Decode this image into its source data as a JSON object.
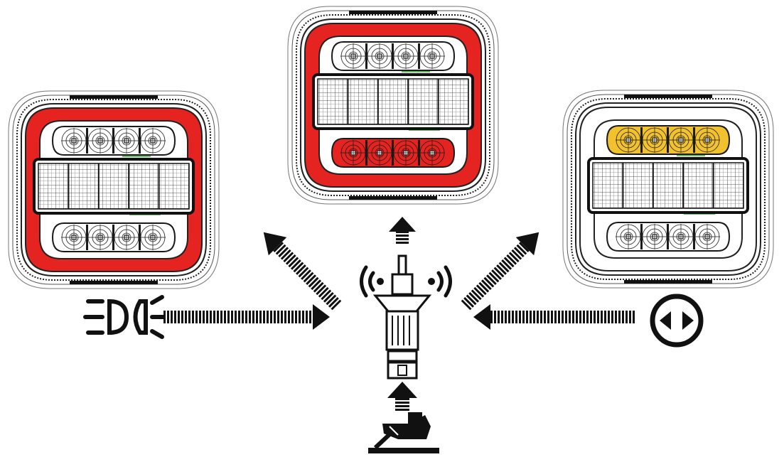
{
  "lamps": [
    {
      "id": "left",
      "state": "position-light",
      "ring": "on",
      "top_row": "clear",
      "bottom_row": "clear"
    },
    {
      "id": "center",
      "state": "brake-light",
      "ring": "on",
      "top_row": "clear",
      "bottom_row": "red"
    },
    {
      "id": "right",
      "state": "turn-signal",
      "ring": "off",
      "top_row": "amber",
      "bottom_row": "clear"
    }
  ],
  "icons": {
    "left_input": "headlight-icon",
    "right_input": "turn-signal-icon",
    "bottom_input": "brake-pedal-icon",
    "center": "wireless-module-icon"
  },
  "colors": {
    "ring_red": "#e52421",
    "led_red": "#e52421",
    "led_amber": "#f2c12e",
    "outline": "#1a1a1a",
    "green_trace": "#3aa935"
  }
}
